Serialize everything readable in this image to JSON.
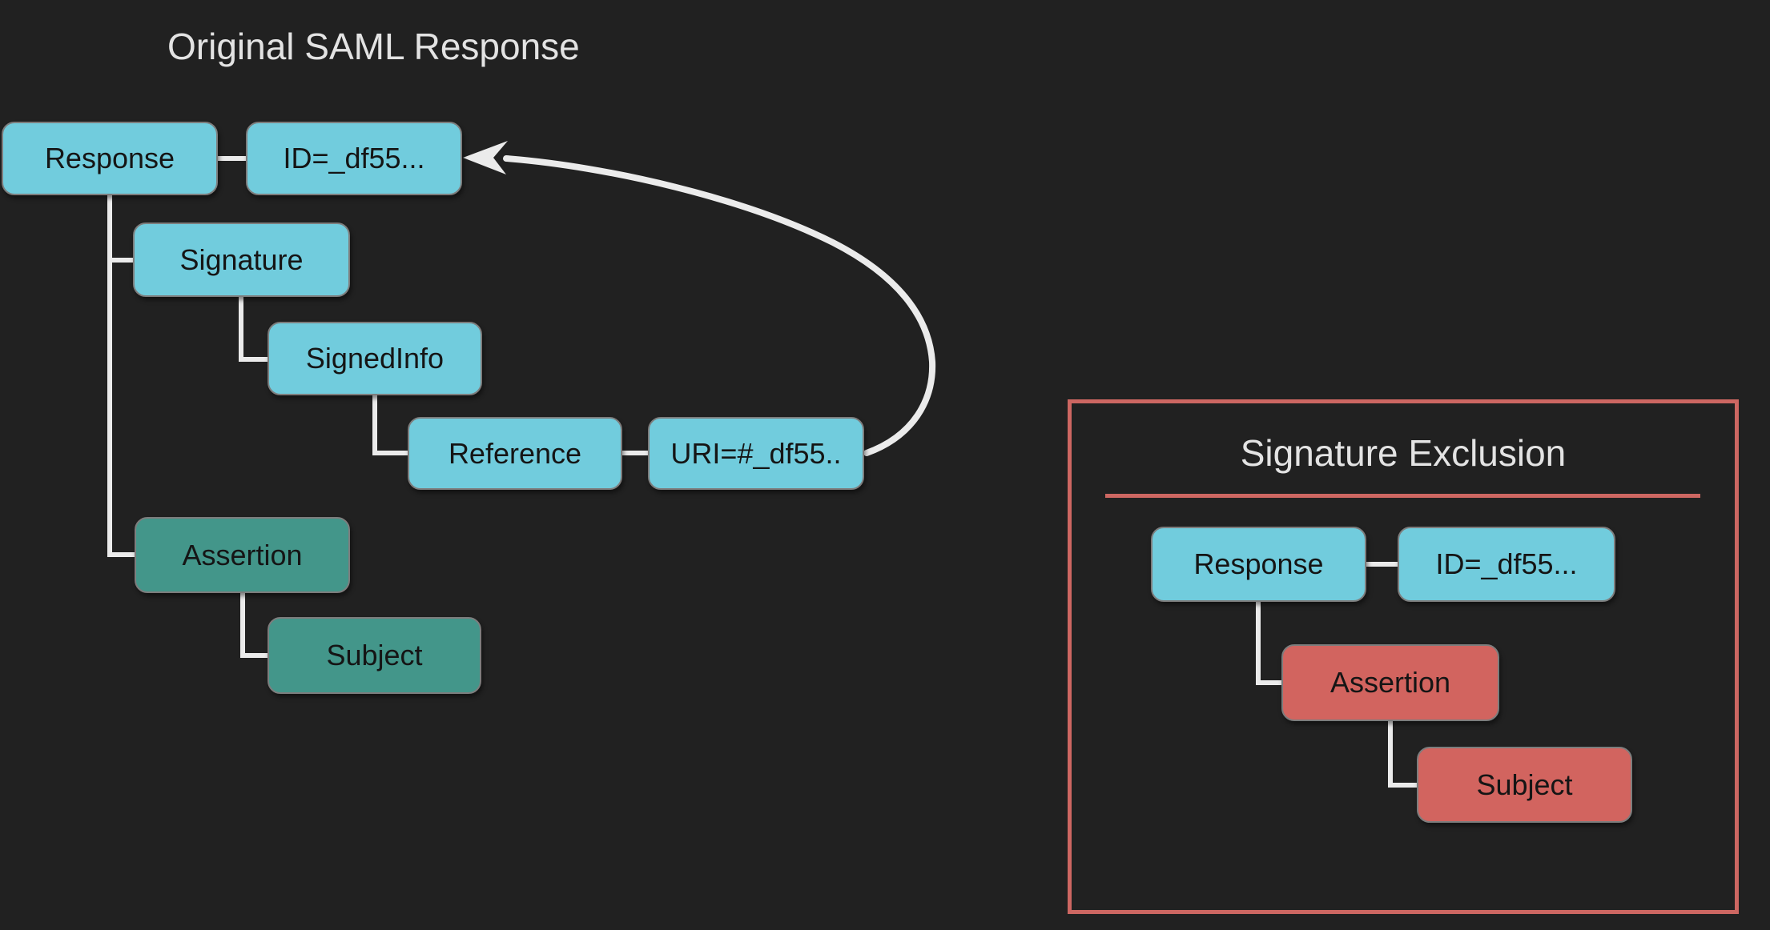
{
  "left_panel": {
    "title": "Original SAML Response",
    "nodes": {
      "response": "Response",
      "id": "ID=_df55...",
      "signature": "Signature",
      "signedinfo": "SignedInfo",
      "reference": "Reference",
      "uri": "URI=#_df55..",
      "assertion": "Assertion",
      "subject": "Subject"
    },
    "edges": [
      [
        "response",
        "id"
      ],
      [
        "response",
        "signature"
      ],
      [
        "signature",
        "signedinfo"
      ],
      [
        "signedinfo",
        "reference"
      ],
      [
        "reference",
        "uri"
      ],
      [
        "response",
        "assertion"
      ],
      [
        "assertion",
        "subject"
      ]
    ],
    "arrow": {
      "from": "uri",
      "to": "id"
    }
  },
  "right_panel": {
    "title": "Signature Exclusion",
    "nodes": {
      "response": "Response",
      "id": "ID=_df55...",
      "assertion": "Assertion",
      "subject": "Subject"
    },
    "edges": [
      [
        "response",
        "id"
      ],
      [
        "response",
        "assertion"
      ],
      [
        "assertion",
        "subject"
      ]
    ]
  },
  "colors": {
    "background": "#212121",
    "node_cyan": "#71ccdd",
    "node_teal": "#43968a",
    "node_red": "#d2645f",
    "panel_accent": "#cd6762",
    "connector": "#ebebeb",
    "title_text": "#e3e3e3",
    "node_text": "#151515"
  }
}
